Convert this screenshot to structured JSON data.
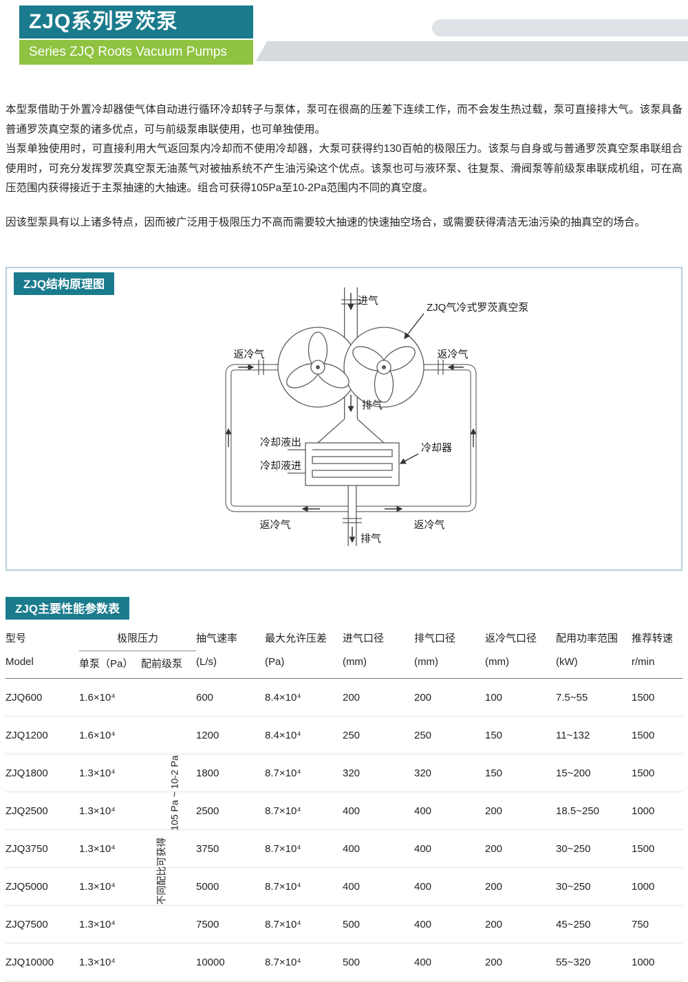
{
  "page": {
    "title_cn": "ZJQ系列罗茨泵",
    "title_en": "Series ZJQ Roots Vacuum Pumps"
  },
  "accent_colors": {
    "teal": "#1a7b8d",
    "green": "#8fc341"
  },
  "intro": {
    "p1": "本型泵借助于外置冷却器使气体自动进行循环冷却转子与泵体，泵可在很高的压差下连续工作，而不会发生热过载，泵可直接排大气。该泵具备普通罗茨真空泵的诸多优点，可与前级泵串联使用，也可单独使用。",
    "p2": "当泵单独使用时，可直接利用大气返回泵内冷却而不使用冷却器，大泵可获得约130百帕的极限压力。该泵与自身或与普通罗茨真空泵串联组合使用时，可充分发挥罗茨真空泵无油蒸气对被抽系统不产生油污染这个优点。该泵也可与液环泵、往复泵、滑阀泵等前级泵串联成机组，可在高压范围内获得接近于主泵抽速的大抽速。组合可获得105Pa至10-2Pa范围内不同的真空度。",
    "p3": "因该型泵具有以上诸多特点，因而被广泛用于极限压力不高而需要较大抽速的快速抽空场合，或需要获得清洁无油污染的抽真空的场合。"
  },
  "diagram": {
    "section_title": "ZJQ结构原理图",
    "labels": {
      "inlet": "进气",
      "pump_name": "ZJQ气冷式罗茨真空泵",
      "return_gas_left": "返冷气",
      "return_gas_right": "返冷气",
      "exhaust_mid": "排气",
      "coolant_out": "冷却液出",
      "cooler": "冷却器",
      "coolant_in": "冷却液进",
      "return_gas_bottom_left": "返冷气",
      "return_gas_bottom_right": "返冷气",
      "exhaust_bottom": "排气"
    }
  },
  "table": {
    "section_title": "ZJQ主要性能参数表",
    "headers": {
      "model_cn": "型号",
      "model_en": "Model",
      "ultimate_pressure": "极限压力",
      "single_pump": "单泵（Pa）",
      "with_backing_pump": "配前级泵",
      "pumping_speed": "抽气速率",
      "pumping_speed_unit": "(L/s)",
      "max_pressure_diff": "最大允许压差",
      "max_pressure_diff_unit": "(Pa)",
      "inlet_diameter": "进气口径",
      "inlet_diameter_unit": "(mm)",
      "outlet_diameter": "排气口径",
      "outlet_diameter_unit": "(mm)",
      "return_gas_diameter": "返冷气口径",
      "return_gas_diameter_unit": "(mm)",
      "power_range": "配用功率范围",
      "power_range_unit": "(kW)",
      "speed": "推荐转速",
      "speed_unit": "r/min"
    },
    "backing_note_line1": "不同配比可获得",
    "backing_note_line2": "105 Pa ~ 10-2 Pa",
    "rows": [
      {
        "model": "ZJQ600",
        "single_pump": "1.6×10⁴",
        "pump_speed": "600",
        "max_diff": "8.4×10⁴",
        "inlet": "200",
        "outlet": "200",
        "return_gas": "100",
        "power": "7.5~55",
        "rpm": "1500"
      },
      {
        "model": "ZJQ1200",
        "single_pump": "1.6×10⁴",
        "pump_speed": "1200",
        "max_diff": "8.4×10⁴",
        "inlet": "250",
        "outlet": "250",
        "return_gas": "150",
        "power": "11~132",
        "rpm": "1500"
      },
      {
        "model": "ZJQ1800",
        "single_pump": "1.3×10⁴",
        "pump_speed": "1800",
        "max_diff": "8.7×10⁴",
        "inlet": "320",
        "outlet": "320",
        "return_gas": "150",
        "power": "15~200",
        "rpm": "1500"
      },
      {
        "model": "ZJQ2500",
        "single_pump": "1.3×10⁴",
        "pump_speed": "2500",
        "max_diff": "8.7×10⁴",
        "inlet": "400",
        "outlet": "400",
        "return_gas": "200",
        "power": "18.5~250",
        "rpm": "1000"
      },
      {
        "model": "ZJQ3750",
        "single_pump": "1.3×10⁴",
        "pump_speed": "3750",
        "max_diff": "8.7×10⁴",
        "inlet": "400",
        "outlet": "400",
        "return_gas": "200",
        "power": "30~250",
        "rpm": "1500"
      },
      {
        "model": "ZJQ5000",
        "single_pump": "1.3×10⁴",
        "pump_speed": "5000",
        "max_diff": "8.7×10⁴",
        "inlet": "400",
        "outlet": "400",
        "return_gas": "200",
        "power": "30~250",
        "rpm": "1000"
      },
      {
        "model": "ZJQ7500",
        "single_pump": "1.3×10⁴",
        "pump_speed": "7500",
        "max_diff": "8.7×10⁴",
        "inlet": "500",
        "outlet": "400",
        "return_gas": "200",
        "power": "45~250",
        "rpm": "750"
      },
      {
        "model": "ZJQ10000",
        "single_pump": "1.3×10⁴",
        "pump_speed": "10000",
        "max_diff": "8.7×10⁴",
        "inlet": "500",
        "outlet": "400",
        "return_gas": "200",
        "power": "55~320",
        "rpm": "1000"
      }
    ]
  }
}
